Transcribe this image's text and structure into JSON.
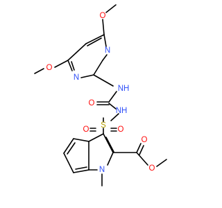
{
  "colors": {
    "bond": "#000000",
    "carbon": "#000000",
    "nitrogen": "#3050f8",
    "oxygen": "#ff0d0d",
    "sulfur": "#b8a000"
  },
  "atoms": {
    "o_methoxy_top": "O",
    "o_methoxy_left": "O",
    "n_pyr_upper": "N",
    "n_pyr_lower": "N",
    "nh_urea": "NH",
    "o_carbonyl_urea": "O",
    "nh_sulfonyl": "NH",
    "s_sulfonyl": "S",
    "o_sulfonyl_left": "O",
    "o_sulfonyl_right": "O",
    "o_ester_carbonyl": "O",
    "o_ester": "O",
    "n_indole": "N"
  }
}
